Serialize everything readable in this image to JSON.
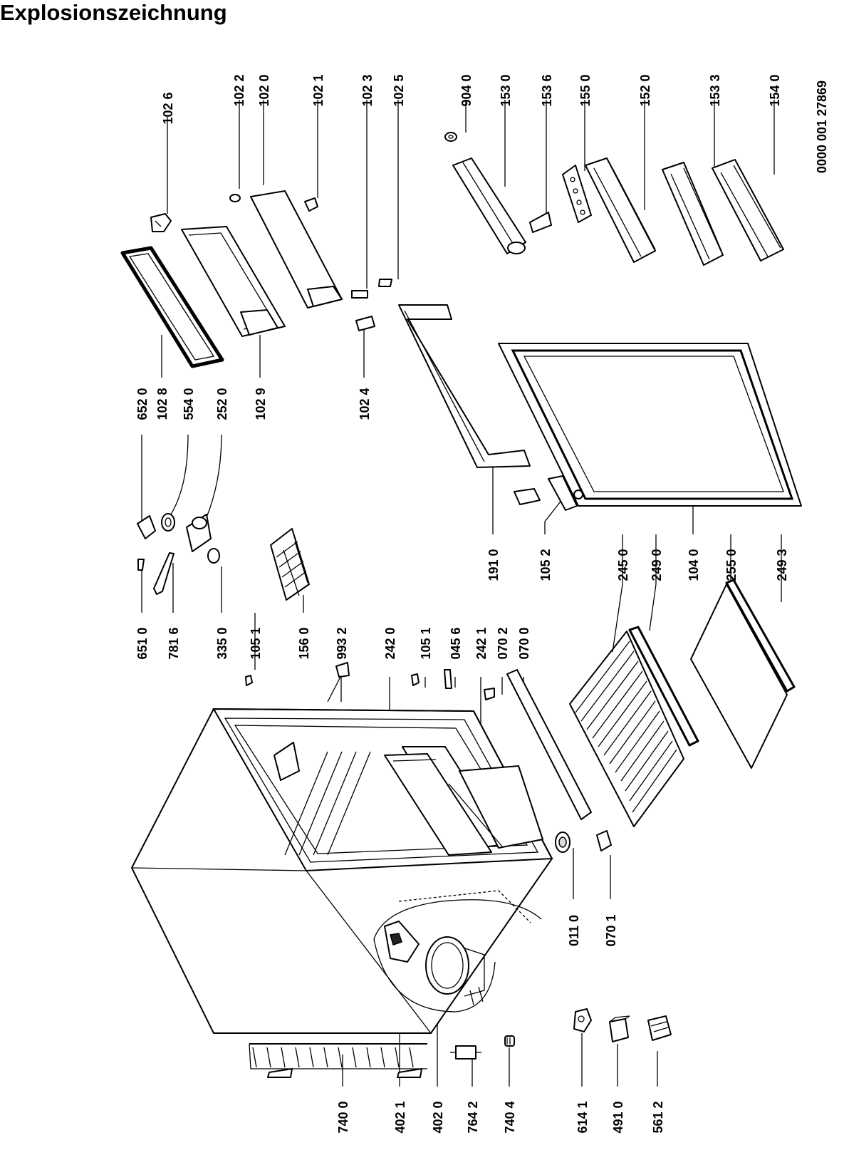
{
  "title": "Explosionszeichnung",
  "drawing_number": "0000 001 27869",
  "labels": [
    {
      "id": "l1026",
      "text": "102 6"
    },
    {
      "id": "l1022",
      "text": "102 2"
    },
    {
      "id": "l1020",
      "text": "102 0"
    },
    {
      "id": "l1021",
      "text": "102 1"
    },
    {
      "id": "l1023",
      "text": "102 3"
    },
    {
      "id": "l1025",
      "text": "102 5"
    },
    {
      "id": "l9040",
      "text": "904 0"
    },
    {
      "id": "l1530",
      "text": "153 0"
    },
    {
      "id": "l1536",
      "text": "153 6"
    },
    {
      "id": "l1550",
      "text": "155 0"
    },
    {
      "id": "l1520",
      "text": "152 0"
    },
    {
      "id": "l1533",
      "text": "153 3"
    },
    {
      "id": "l1540",
      "text": "154 0"
    },
    {
      "id": "l6520",
      "text": "652 0"
    },
    {
      "id": "l1028",
      "text": "102 8"
    },
    {
      "id": "l5540",
      "text": "554 0"
    },
    {
      "id": "l2520",
      "text": "252 0"
    },
    {
      "id": "l1029",
      "text": "102 9"
    },
    {
      "id": "l1024",
      "text": "102 4"
    },
    {
      "id": "l1910",
      "text": "191 0"
    },
    {
      "id": "l1052",
      "text": "105 2"
    },
    {
      "id": "l2450",
      "text": "245 0"
    },
    {
      "id": "l2490",
      "text": "249 0"
    },
    {
      "id": "l1040",
      "text": "104 0"
    },
    {
      "id": "l2550",
      "text": "255 0"
    },
    {
      "id": "l2493",
      "text": "249 3"
    },
    {
      "id": "l6510",
      "text": "651 0"
    },
    {
      "id": "l7816",
      "text": "781 6"
    },
    {
      "id": "l3350",
      "text": "335 0"
    },
    {
      "id": "l1051a",
      "text": "105 1"
    },
    {
      "id": "l1560",
      "text": "156 0"
    },
    {
      "id": "l9932",
      "text": "993 2"
    },
    {
      "id": "l2420",
      "text": "242 0"
    },
    {
      "id": "l1051b",
      "text": "105 1"
    },
    {
      "id": "l0456",
      "text": "045 6"
    },
    {
      "id": "l2421",
      "text": "242 1"
    },
    {
      "id": "l0702",
      "text": "070 2"
    },
    {
      "id": "l0700",
      "text": "070 0"
    },
    {
      "id": "l0110",
      "text": "011 0"
    },
    {
      "id": "l0701",
      "text": "070 1"
    },
    {
      "id": "l7400",
      "text": "740 0"
    },
    {
      "id": "l4021",
      "text": "402 1"
    },
    {
      "id": "l4020",
      "text": "402 0"
    },
    {
      "id": "l7642",
      "text": "764 2"
    },
    {
      "id": "l7404",
      "text": "740 4"
    },
    {
      "id": "l6141",
      "text": "614 1"
    },
    {
      "id": "l4910",
      "text": "491 0"
    },
    {
      "id": "l5612",
      "text": "561 2"
    }
  ]
}
